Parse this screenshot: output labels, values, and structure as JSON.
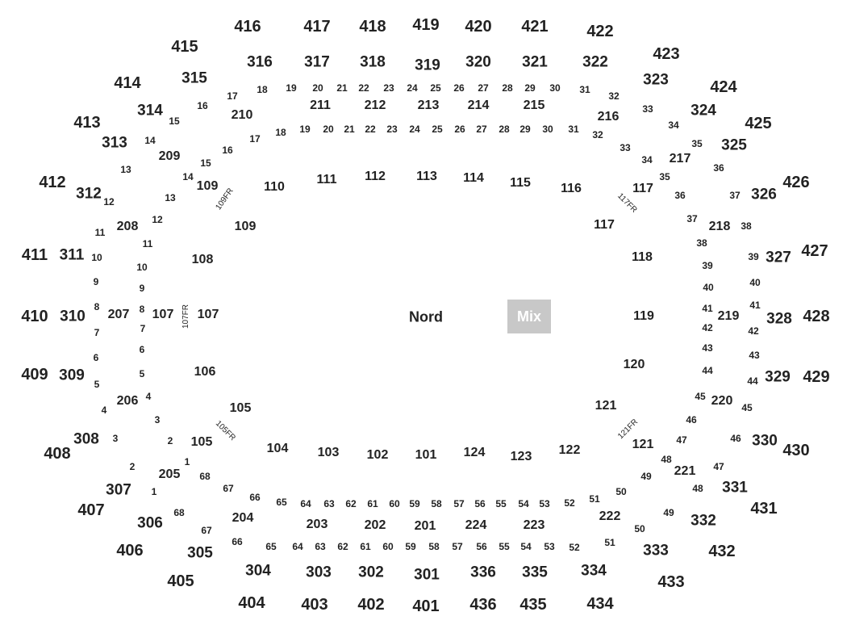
{
  "floor": {
    "label": "Nord",
    "mix_badge": "Mix"
  },
  "sections": [
    {
      "id": "416",
      "tier": "t4"
    },
    {
      "id": "417",
      "tier": "t4"
    },
    {
      "id": "418",
      "tier": "t4"
    },
    {
      "id": "419",
      "tier": "t4"
    },
    {
      "id": "420",
      "tier": "t4"
    },
    {
      "id": "421",
      "tier": "t4"
    },
    {
      "id": "422",
      "tier": "t4"
    },
    {
      "id": "415",
      "tier": "t4"
    },
    {
      "id": "423",
      "tier": "t4"
    },
    {
      "id": "414",
      "tier": "t4"
    },
    {
      "id": "424",
      "tier": "t4"
    },
    {
      "id": "413",
      "tier": "t4"
    },
    {
      "id": "425",
      "tier": "t4"
    },
    {
      "id": "412",
      "tier": "t4"
    },
    {
      "id": "426",
      "tier": "t4"
    },
    {
      "id": "411",
      "tier": "t4"
    },
    {
      "id": "427",
      "tier": "t4"
    },
    {
      "id": "410",
      "tier": "t4"
    },
    {
      "id": "428",
      "tier": "t4"
    },
    {
      "id": "409",
      "tier": "t4"
    },
    {
      "id": "429",
      "tier": "t4"
    },
    {
      "id": "408",
      "tier": "t4"
    },
    {
      "id": "430",
      "tier": "t4"
    },
    {
      "id": "407",
      "tier": "t4"
    },
    {
      "id": "431",
      "tier": "t4"
    },
    {
      "id": "406",
      "tier": "t4"
    },
    {
      "id": "432",
      "tier": "t4"
    },
    {
      "id": "405",
      "tier": "t4"
    },
    {
      "id": "433",
      "tier": "t4"
    },
    {
      "id": "404",
      "tier": "t4"
    },
    {
      "id": "403",
      "tier": "t4"
    },
    {
      "id": "402",
      "tier": "t4"
    },
    {
      "id": "401",
      "tier": "t4"
    },
    {
      "id": "436",
      "tier": "t4"
    },
    {
      "id": "435",
      "tier": "t4"
    },
    {
      "id": "434",
      "tier": "t4"
    },
    {
      "id": "316",
      "tier": "t3"
    },
    {
      "id": "317",
      "tier": "t3"
    },
    {
      "id": "318",
      "tier": "t3"
    },
    {
      "id": "319",
      "tier": "t3"
    },
    {
      "id": "320",
      "tier": "t3"
    },
    {
      "id": "321",
      "tier": "t3"
    },
    {
      "id": "322",
      "tier": "t3"
    },
    {
      "id": "315",
      "tier": "t3"
    },
    {
      "id": "323",
      "tier": "t3"
    },
    {
      "id": "314",
      "tier": "t3"
    },
    {
      "id": "324",
      "tier": "t3"
    },
    {
      "id": "313",
      "tier": "t3"
    },
    {
      "id": "325",
      "tier": "t3"
    },
    {
      "id": "312",
      "tier": "t3"
    },
    {
      "id": "326",
      "tier": "t3"
    },
    {
      "id": "311",
      "tier": "t3"
    },
    {
      "id": "327",
      "tier": "t3"
    },
    {
      "id": "310",
      "tier": "t3"
    },
    {
      "id": "328",
      "tier": "t3"
    },
    {
      "id": "309",
      "tier": "t3"
    },
    {
      "id": "329",
      "tier": "t3"
    },
    {
      "id": "308",
      "tier": "t3"
    },
    {
      "id": "330",
      "tier": "t3"
    },
    {
      "id": "307",
      "tier": "t3"
    },
    {
      "id": "331",
      "tier": "t3"
    },
    {
      "id": "306",
      "tier": "t3"
    },
    {
      "id": "332",
      "tier": "t3"
    },
    {
      "id": "305",
      "tier": "t3"
    },
    {
      "id": "333",
      "tier": "t3"
    },
    {
      "id": "304",
      "tier": "t3"
    },
    {
      "id": "303",
      "tier": "t3"
    },
    {
      "id": "302",
      "tier": "t3"
    },
    {
      "id": "301",
      "tier": "t3"
    },
    {
      "id": "336",
      "tier": "t3"
    },
    {
      "id": "335",
      "tier": "t3"
    },
    {
      "id": "334",
      "tier": "t3"
    },
    {
      "id": "210",
      "tier": "t2"
    },
    {
      "id": "211",
      "tier": "t2"
    },
    {
      "id": "212",
      "tier": "t2"
    },
    {
      "id": "213",
      "tier": "t2"
    },
    {
      "id": "214",
      "tier": "t2"
    },
    {
      "id": "215",
      "tier": "t2"
    },
    {
      "id": "216",
      "tier": "t2"
    },
    {
      "id": "209",
      "tier": "t2"
    },
    {
      "id": "217",
      "tier": "t2"
    },
    {
      "id": "208",
      "tier": "t2"
    },
    {
      "id": "218",
      "tier": "t2"
    },
    {
      "id": "207",
      "tier": "t2"
    },
    {
      "id": "219",
      "tier": "t2"
    },
    {
      "id": "206",
      "tier": "t2"
    },
    {
      "id": "220",
      "tier": "t2"
    },
    {
      "id": "205",
      "tier": "t2"
    },
    {
      "id": "221",
      "tier": "t2"
    },
    {
      "id": "204",
      "tier": "t2"
    },
    {
      "id": "222",
      "tier": "t2"
    },
    {
      "id": "203",
      "tier": "t2"
    },
    {
      "id": "202",
      "tier": "t2"
    },
    {
      "id": "201",
      "tier": "t2"
    },
    {
      "id": "224",
      "tier": "t2"
    },
    {
      "id": "223",
      "tier": "t2"
    },
    {
      "id": "109",
      "tier": "t1"
    },
    {
      "id": "110",
      "tier": "t1"
    },
    {
      "id": "111",
      "tier": "t1"
    },
    {
      "id": "112",
      "tier": "t1"
    },
    {
      "id": "113",
      "tier": "t1"
    },
    {
      "id": "114",
      "tier": "t1"
    },
    {
      "id": "115",
      "tier": "t1"
    },
    {
      "id": "116",
      "tier": "t1"
    },
    {
      "id": "117",
      "tier": "t1"
    },
    {
      "id": "109",
      "tier": "t1"
    },
    {
      "id": "117",
      "tier": "t1"
    },
    {
      "id": "108",
      "tier": "t1"
    },
    {
      "id": "118",
      "tier": "t1"
    },
    {
      "id": "107",
      "tier": "t1"
    },
    {
      "id": "107",
      "tier": "t1"
    },
    {
      "id": "119",
      "tier": "t1"
    },
    {
      "id": "106",
      "tier": "t1"
    },
    {
      "id": "120",
      "tier": "t1"
    },
    {
      "id": "105",
      "tier": "t1"
    },
    {
      "id": "121",
      "tier": "t1"
    },
    {
      "id": "105",
      "tier": "t1"
    },
    {
      "id": "121",
      "tier": "t1"
    },
    {
      "id": "104",
      "tier": "t1"
    },
    {
      "id": "103",
      "tier": "t1"
    },
    {
      "id": "102",
      "tier": "t1"
    },
    {
      "id": "101",
      "tier": "t1"
    },
    {
      "id": "124",
      "tier": "t1"
    },
    {
      "id": "123",
      "tier": "t1"
    },
    {
      "id": "122",
      "tier": "t1"
    }
  ],
  "floor_rows": [
    "109FR",
    "117FR",
    "107FR",
    "105FR",
    "121FR"
  ],
  "row_numbers_outer": [
    "17",
    "18",
    "19",
    "20",
    "21",
    "22",
    "23",
    "24",
    "25",
    "26",
    "27",
    "28",
    "29",
    "30",
    "31",
    "32",
    "33",
    "34",
    "35",
    "36",
    "37",
    "38",
    "39",
    "40",
    "41",
    "42",
    "43",
    "44",
    "45",
    "46",
    "47",
    "48",
    "49",
    "50",
    "51",
    "52",
    "53",
    "54",
    "55",
    "56",
    "57",
    "58",
    "59",
    "60",
    "61",
    "62",
    "63",
    "64",
    "65",
    "66",
    "67",
    "68",
    "1",
    "2",
    "3",
    "4",
    "5",
    "6",
    "7",
    "8",
    "9",
    "10",
    "11",
    "12",
    "13",
    "14",
    "15",
    "16"
  ],
  "row_numbers_inner": [
    "17",
    "18",
    "19",
    "20",
    "21",
    "22",
    "23",
    "24",
    "25",
    "26",
    "27",
    "28",
    "29",
    "30",
    "31",
    "32",
    "33",
    "34",
    "35",
    "36",
    "37",
    "38",
    "39",
    "40",
    "41",
    "42",
    "43",
    "44",
    "45",
    "46",
    "47",
    "48",
    "49",
    "50",
    "51",
    "52",
    "53",
    "54",
    "55",
    "56",
    "57",
    "58",
    "59",
    "60",
    "61",
    "62",
    "63",
    "64",
    "65",
    "66",
    "67",
    "68",
    "1",
    "2",
    "3",
    "4",
    "5",
    "6",
    "7",
    "8",
    "9",
    "10",
    "11",
    "12",
    "13",
    "14",
    "15",
    "16"
  ]
}
